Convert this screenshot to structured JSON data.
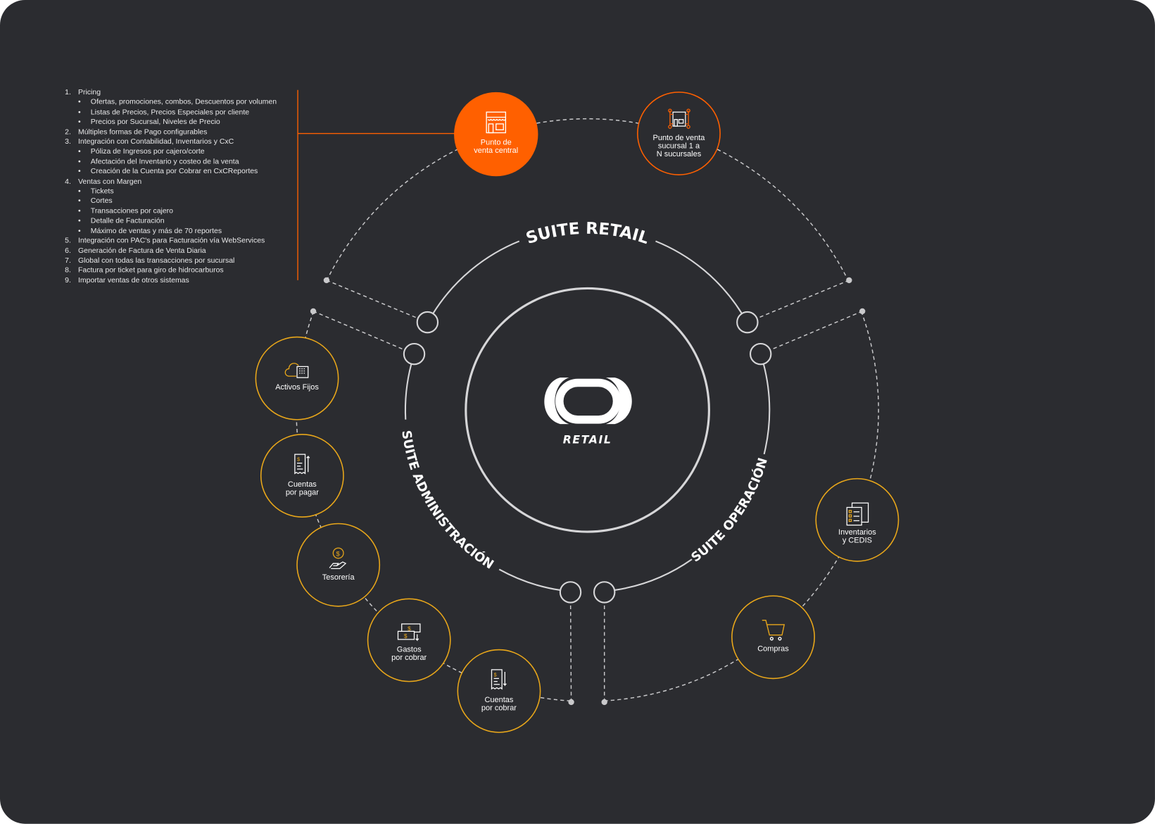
{
  "features": [
    {
      "n": "1.",
      "label": "Pricing",
      "sub": [
        "Ofertas, promociones, combos, Descuentos por volumen",
        "Listas de Precios, Precios Especiales por cliente",
        "Precios por Sucursal, Niveles de Precio"
      ]
    },
    {
      "n": "2.",
      "label": "Múltiples formas de Pago configurables",
      "sub": []
    },
    {
      "n": "3.",
      "label": "Integración con Contabilidad, Inventarios y CxC",
      "sub": [
        "Póliza de Ingresos por cajero/corte",
        "Afectación del Inventario y costeo de la venta",
        "Creación de la Cuenta por Cobrar en CxCReportes"
      ]
    },
    {
      "n": "4.",
      "label": "Ventas con Margen",
      "sub": [
        "Tickets",
        "Cortes",
        "Transacciones por cajero",
        "Detalle de Facturación",
        "Máximo de ventas y más de 70 reportes"
      ]
    },
    {
      "n": "5.",
      "label": "Integración con PAC's para Facturación vía WebServices",
      "sub": []
    },
    {
      "n": "6.",
      "label": "Generación de Factura de Venta Diaria",
      "sub": []
    },
    {
      "n": "7.",
      "label": "Global con todas las transacciones por sucursal",
      "sub": []
    },
    {
      "n": "8.",
      "label": "Factura por ticket para giro de hidrocarburos",
      "sub": []
    },
    {
      "n": "9.",
      "label": "Importar ventas de otros sistemas",
      "sub": []
    }
  ],
  "logo": {
    "text": "RETAIL"
  },
  "suites": {
    "retail": "SUITE RETAIL",
    "admin": "SUITE ADMINISTRACIÓN",
    "operacion": "SUITE OPERACIÓN"
  },
  "nodes": {
    "pv_central": {
      "l1": "Punto de",
      "l2": "venta central",
      "icon": "store-icon"
    },
    "pv_sucursal": {
      "l1": "Punto de venta",
      "l2": "sucursal 1 a",
      "l3": "N sucursales",
      "icon": "store-network-icon"
    },
    "activos": {
      "l1": "Activos Fijos",
      "icon": "cloud-building-icon"
    },
    "cxp": {
      "l1": "Cuentas",
      "l2": "por pagar",
      "icon": "receipt-up-icon"
    },
    "tesoreria": {
      "l1": "Tesorería",
      "icon": "hand-coin-icon"
    },
    "gastos": {
      "l1": "Gastos",
      "l2": "por cobrar",
      "icon": "money-transfer-icon"
    },
    "cxc": {
      "l1": "Cuentas",
      "l2": "por cobrar",
      "icon": "receipt-down-icon"
    },
    "inventarios": {
      "l1": "Inventarios",
      "l2": "y CEDIS",
      "icon": "documents-icon"
    },
    "compras": {
      "l1": "Compras",
      "icon": "cart-icon"
    }
  },
  "colors": {
    "bg": "#2b2c30",
    "orange": "#ff6000",
    "yellow": "#e9a71a",
    "ring": "#d6d6d8"
  }
}
